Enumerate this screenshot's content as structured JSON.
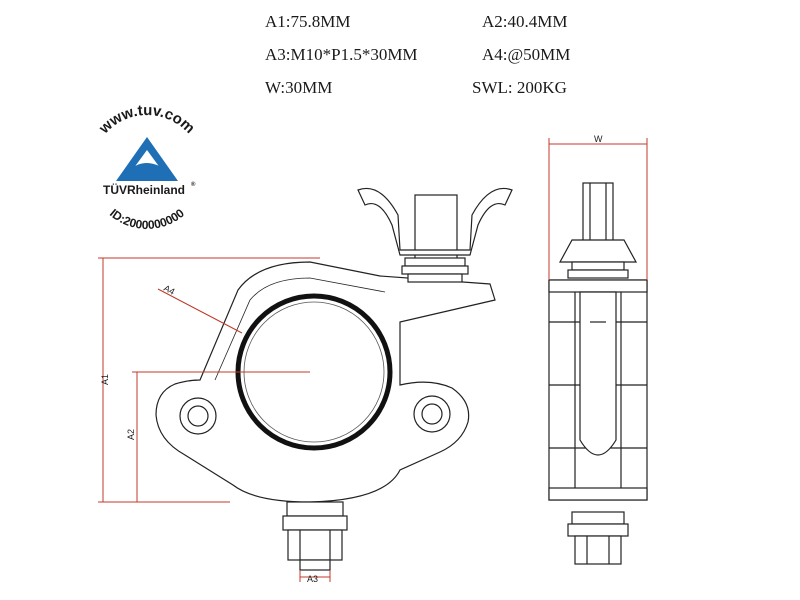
{
  "specs": {
    "a1": "A1:75.8MM",
    "a2": "A2:40.4MM",
    "a3": "A3:M10*P1.5*30MM",
    "a4": "A4:@50MM",
    "w": "W:30MM",
    "swl": "SWL: 200KG"
  },
  "dimension_labels": {
    "a1": "A1",
    "a2": "A2",
    "a3": "A3",
    "a4": "A4",
    "w": "W"
  },
  "logo": {
    "url_text": "www.tuv.com",
    "brand": "TÜVRheinland",
    "registered": "®",
    "id_text": "ID:2000000000",
    "accent": "#1e6fb5"
  },
  "colors": {
    "dimension_line": "#c0392b",
    "outline": "#222222",
    "tube_ring": "#111111"
  }
}
